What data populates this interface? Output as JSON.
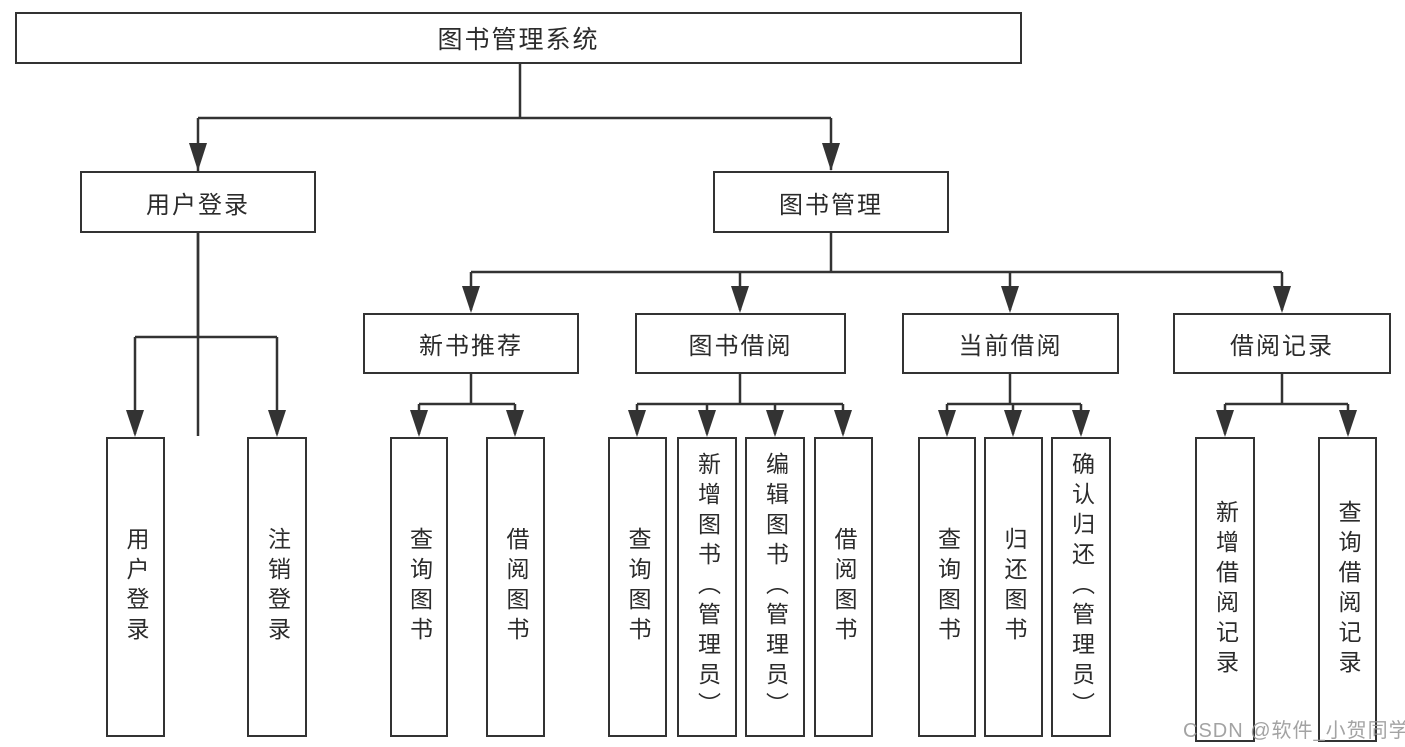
{
  "diagram": {
    "root": {
      "label": "图书管理系统"
    },
    "branches": [
      {
        "label": "用户登录",
        "leaves": [
          {
            "label": "用户登录"
          },
          {
            "label": "注销登录"
          }
        ]
      },
      {
        "label": "图书管理",
        "groups": [
          {
            "label": "新书推荐",
            "leaves": [
              {
                "label": "查询图书"
              },
              {
                "label": "借阅图书"
              }
            ]
          },
          {
            "label": "图书借阅",
            "leaves": [
              {
                "label": "查询图书"
              },
              {
                "label": "新增图书（管理员）"
              },
              {
                "label": "编辑图书（管理员）"
              },
              {
                "label": "借阅图书"
              }
            ]
          },
          {
            "label": "当前借阅",
            "leaves": [
              {
                "label": "查询图书"
              },
              {
                "label": "归还图书"
              },
              {
                "label": "确认归还（管理员）"
              }
            ]
          },
          {
            "label": "借阅记录",
            "leaves": [
              {
                "label": "新增借阅记录"
              },
              {
                "label": "查询借阅记录"
              }
            ]
          }
        ]
      }
    ]
  },
  "watermark": {
    "text": "CSDN @软件_小贺同学"
  },
  "colors": {
    "line": "#333333",
    "text": "#2b2b2b",
    "background": "#ffffff",
    "watermark": "#969696"
  }
}
